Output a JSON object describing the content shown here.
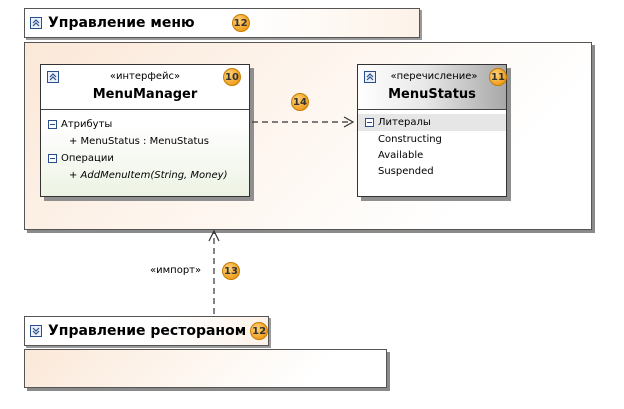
{
  "packages": {
    "menu": {
      "title": "Управление меню",
      "badge": "12"
    },
    "restaurant": {
      "title": "Управление рестораном",
      "badge": "12"
    }
  },
  "interface_box": {
    "stereotype": "«интерфейс»",
    "name": "MenuManager",
    "badge": "10",
    "attributes_section": "Атрибуты",
    "attribute": "+ MenuStatus : MenuStatus",
    "operations_section": "Операции",
    "operation": "+ AddMenuItem(String, Money)"
  },
  "enum_box": {
    "stereotype": "«перечисление»",
    "name": "MenuStatus",
    "badge": "11",
    "literals_section": "Литералы",
    "literals": [
      "Constructing",
      "Available",
      "Suspended"
    ]
  },
  "dependency": {
    "badge": "14"
  },
  "import_relation": {
    "label": "«импорт»",
    "badge": "13"
  },
  "colors": {
    "badge": "#f0a020",
    "package_gradient": "#fbe8d8",
    "enum_header": "#a8a8a8",
    "selection_row": "#e6e6e6"
  }
}
